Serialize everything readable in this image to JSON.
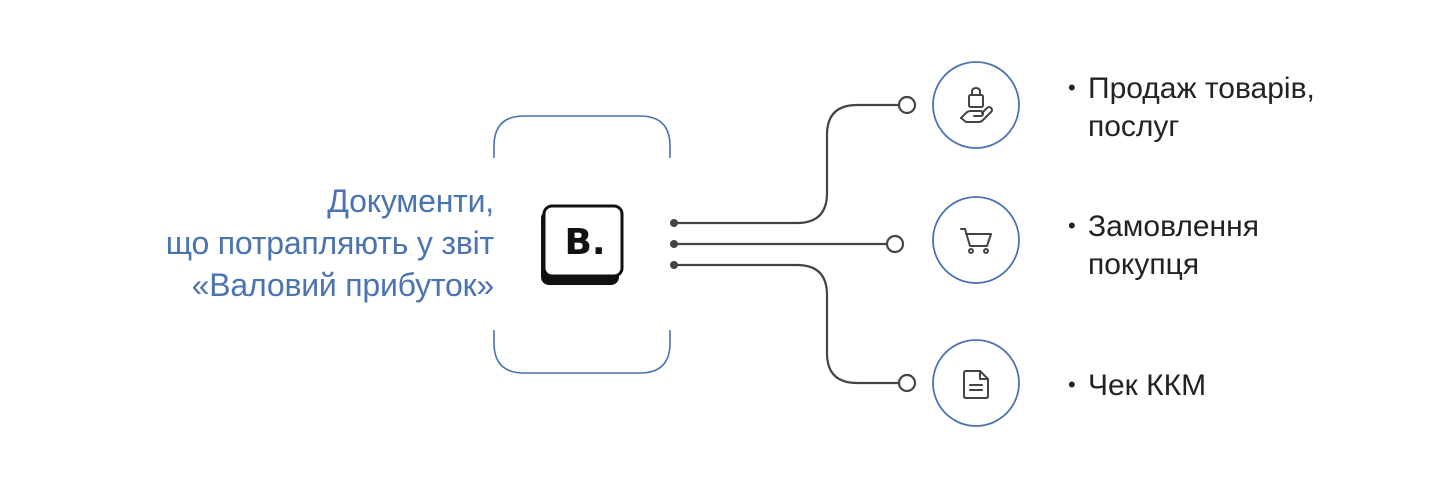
{
  "caption": {
    "lines": [
      "Документи,",
      "що потрапляють у звіт",
      "«Валовий прибуток»"
    ]
  },
  "logo": {
    "text": "B."
  },
  "items": [
    {
      "line1": "Продаж товарів,",
      "line2": "послуг",
      "icon": "hand-with-shopping-bag-icon"
    },
    {
      "line1": "Замовлення",
      "line2": "покупця",
      "icon": "shopping-cart-icon"
    },
    {
      "line1": "Чек ККМ",
      "line2": "",
      "icon": "document-icon"
    }
  ],
  "bullet": "•",
  "colors": {
    "accent_blue": "#4a73b2",
    "line_gray": "#444444",
    "text_dark": "#222222"
  }
}
